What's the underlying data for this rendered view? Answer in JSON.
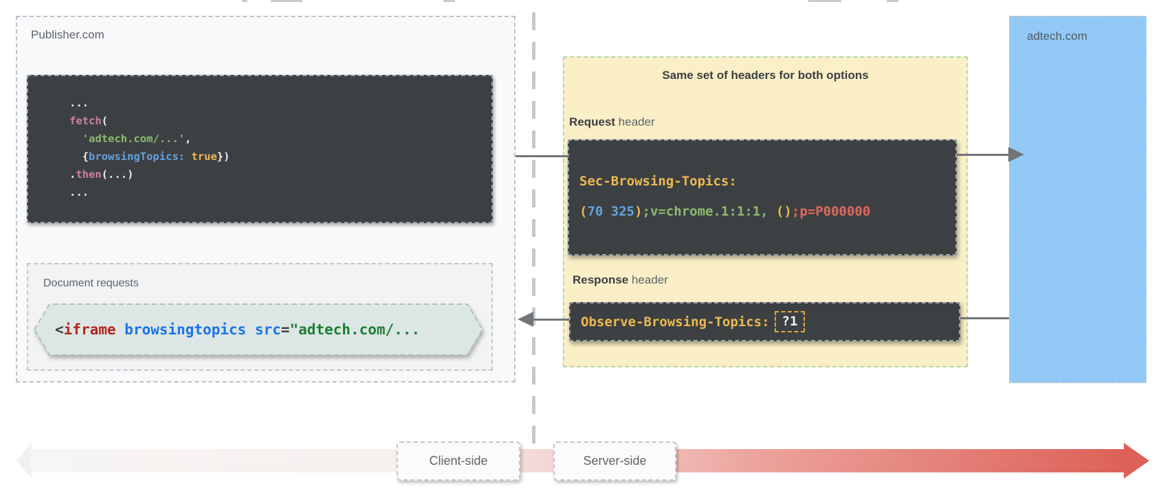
{
  "colors": {
    "code_white": "#ECEFF1",
    "code_pink": "#CE7FA6",
    "code_green": "#8CBA6E",
    "code_blue": "#64A2DC",
    "code_amber": "#EEB94F",
    "code_red": "#E0685E",
    "html_slate": "#3C4043",
    "html_red": "#B3261E",
    "html_blue": "#1A73E8",
    "html_green": "#1E7E34",
    "panel_publisher_bg": "#F8F9FA",
    "panel_docreq_bg": "#F1F3F4",
    "panel_headers_bg": "#FBEFC7",
    "panel_adtech_bg": "#92C9F7",
    "darkbox_bg": "#3C4043",
    "hexagon_bg": "#DCE6E4",
    "arrow_gray": "#70757A",
    "band_red": "#DC6158"
  },
  "publisher": {
    "label": "Publisher.com",
    "code": [
      [
        {
          "t": "...",
          "c": "code_white"
        }
      ],
      [
        {
          "t": "fetch",
          "c": "code_pink"
        },
        {
          "t": "(",
          "c": "code_white"
        }
      ],
      [
        {
          "t": "  ",
          "c": "code_white"
        },
        {
          "t": "'adtech.com/...'",
          "c": "code_green"
        },
        {
          "t": ",",
          "c": "code_white"
        }
      ],
      [
        {
          "t": "  {",
          "c": "code_white"
        },
        {
          "t": "browsingTopics:",
          "c": "code_blue"
        },
        {
          "t": " ",
          "c": "code_white"
        },
        {
          "t": "true",
          "c": "code_amber"
        },
        {
          "t": "})",
          "c": "code_white"
        }
      ],
      [
        {
          "t": ".",
          "c": "code_white"
        },
        {
          "t": "then",
          "c": "code_pink"
        },
        {
          "t": "(...)",
          "c": "code_white"
        }
      ],
      [
        {
          "t": "...",
          "c": "code_white"
        }
      ]
    ]
  },
  "document_requests": {
    "label": "Document requests",
    "code": [
      {
        "t": "<",
        "c": "html_slate"
      },
      {
        "t": "iframe",
        "c": "html_red"
      },
      {
        "t": " ",
        "c": "html_slate"
      },
      {
        "t": "browsingtopics",
        "c": "html_blue"
      },
      {
        "t": " ",
        "c": "html_slate"
      },
      {
        "t": "src",
        "c": "html_blue"
      },
      {
        "t": "=",
        "c": "html_slate"
      },
      {
        "t": "\"adtech.com/...",
        "c": "html_green"
      }
    ]
  },
  "headers_panel": {
    "title": "Same set of headers for both options",
    "request_label": {
      "bold": "Request",
      "rest": " header"
    },
    "response_label": {
      "bold": "Response",
      "rest": " header"
    },
    "request_code": {
      "line1": [
        {
          "t": "Sec-Browsing-Topics:",
          "c": "code_amber"
        }
      ],
      "line2": [
        {
          "t": "(",
          "c": "code_amber"
        },
        {
          "t": "70 325",
          "c": "code_blue"
        },
        {
          "t": ")",
          "c": "code_amber"
        },
        {
          "t": ";v=chrome.1:1:1,",
          "c": "code_green"
        },
        {
          "t": " ",
          "c": "code_white"
        },
        {
          "t": "()",
          "c": "code_amber"
        },
        {
          "t": ";p=P000000",
          "c": "code_red"
        }
      ]
    },
    "response_code": {
      "name": [
        {
          "t": "Observe-Browsing-Topics:",
          "c": "code_amber"
        }
      ],
      "badge": "?1"
    }
  },
  "adtech": {
    "label": "adtech.com"
  },
  "timeline": {
    "client": "Client-side",
    "server": "Server-side"
  }
}
